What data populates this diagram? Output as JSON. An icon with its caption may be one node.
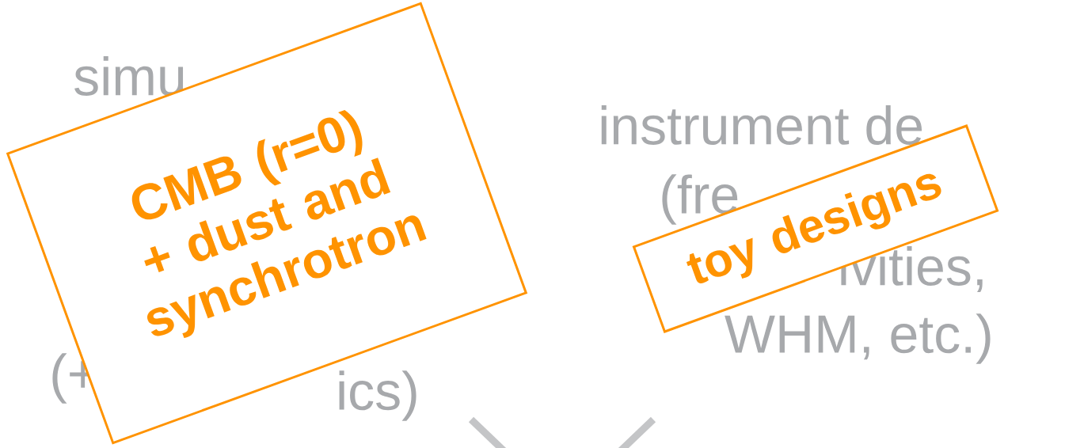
{
  "diagram": {
    "nodes": [
      {
        "text": [
          "CMB (r=0) + dust and synchrotron"
        ]
      },
      {
        "text": [
          "toy designs"
        ]
      }
    ],
    "edges": [],
    "labels": [
      "simu",
      "(+",
      "ics)",
      "instrument de",
      "(fre",
      "ivities,",
      "WHM, etc.)"
    ]
  }
}
